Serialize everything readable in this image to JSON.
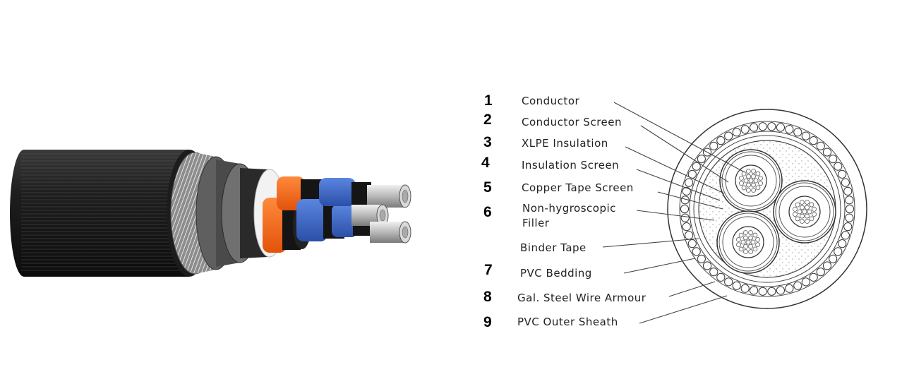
{
  "labels": [
    {
      "number": "1",
      "text": "Conductor"
    },
    {
      "number": "2",
      "text": "Conductor  Screen"
    },
    {
      "number": "3",
      "text": "XLPE  Insulation"
    },
    {
      "number": "4",
      "text": "Insulation  Screen"
    },
    {
      "number": "5",
      "text": "Copper  Tape  Screen"
    },
    {
      "number": "6",
      "text": "Non-hygroscopic",
      "text2": "Filler"
    },
    {
      "number": "",
      "text": "Binder  Tape"
    },
    {
      "number": "7",
      "text": "PVC  Bedding"
    },
    {
      "number": "8",
      "text": "Gal.  Steel  Wire  Armour"
    },
    {
      "number": "9",
      "text": "PVC  Outer  Sheath"
    }
  ],
  "colors": {
    "outer_sheath": "#1a1a1a",
    "armour": "#9a9a9a",
    "bedding": "#555555",
    "insulation_orange": "#ff6a1a",
    "insulation_blue": "#3a66c8",
    "binder": "#f2f2f2",
    "conductor": "#c8c8c8",
    "line": "#444444"
  }
}
